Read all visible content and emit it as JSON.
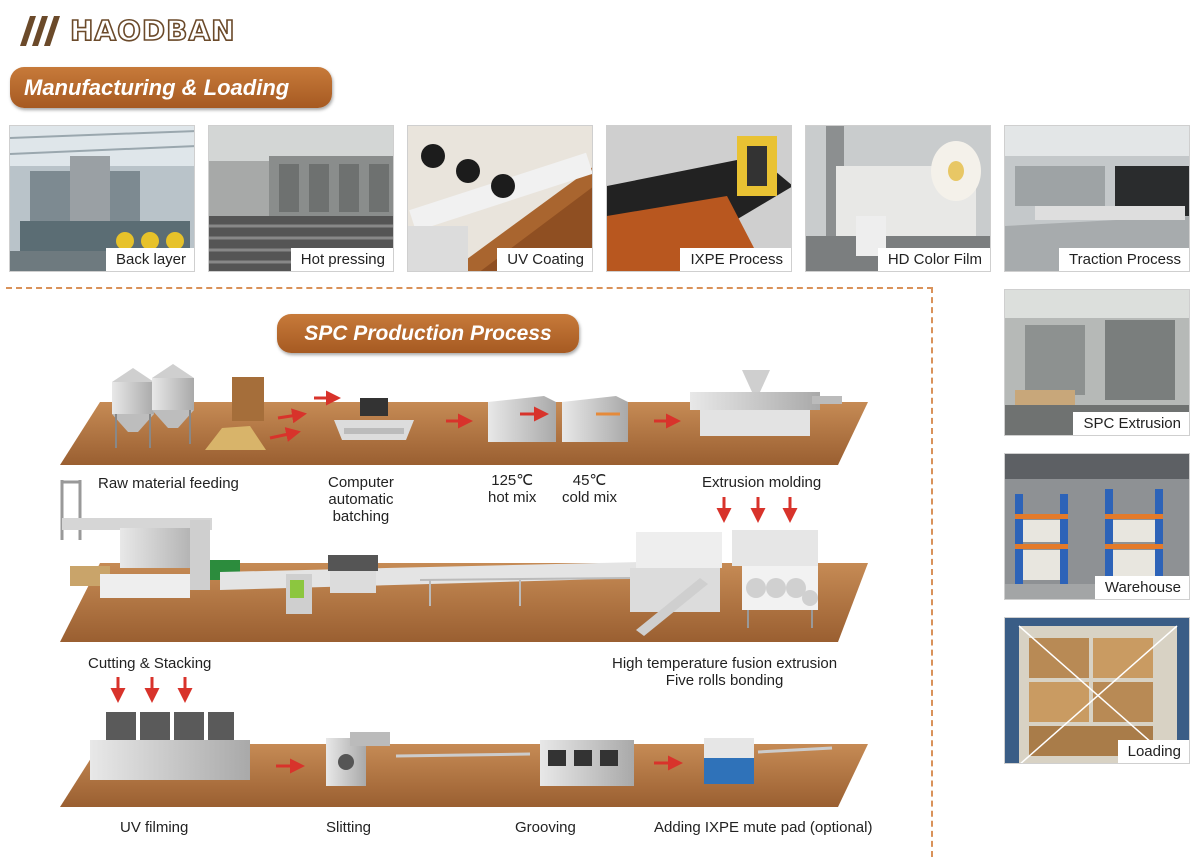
{
  "brand": {
    "name": "HAODBAN",
    "color": "#6b4a2a"
  },
  "colors": {
    "accent": "#b5682c",
    "floor": "#a96b3a",
    "arrow": "#d8332b",
    "frame": "#d9925a"
  },
  "sections": {
    "manufacturing_title": "Manufacturing  & Loading",
    "spc_title": "SPC Production Process"
  },
  "photos": {
    "top_row": [
      {
        "caption": "Back layer"
      },
      {
        "caption": "Hot pressing"
      },
      {
        "caption": "UV Coating"
      },
      {
        "caption": "IXPE Process"
      },
      {
        "caption": "HD  Color Film"
      },
      {
        "caption": "Traction Process"
      }
    ],
    "side_column": [
      {
        "caption": "SPC Extrusion"
      },
      {
        "caption": "Warehouse"
      },
      {
        "caption": "Loading"
      }
    ]
  },
  "process": {
    "row1": {
      "raw": "Raw material feeding",
      "batching": [
        "Computer",
        "automatic",
        "batching"
      ],
      "hot_mix": [
        "125℃",
        "hot mix"
      ],
      "cold_mix": [
        "45℃",
        "cold mix"
      ],
      "extrusion": "Extrusion molding"
    },
    "row2": {
      "cutting": "Cutting & Stacking",
      "fusion": [
        "High temperature fusion extrusion",
        "Five rolls bonding"
      ]
    },
    "row3": {
      "uv": "UV filming",
      "slitting": "Slitting",
      "grooving": "Grooving",
      "ixpe": "Adding IXPE mute pad (optional)"
    }
  }
}
